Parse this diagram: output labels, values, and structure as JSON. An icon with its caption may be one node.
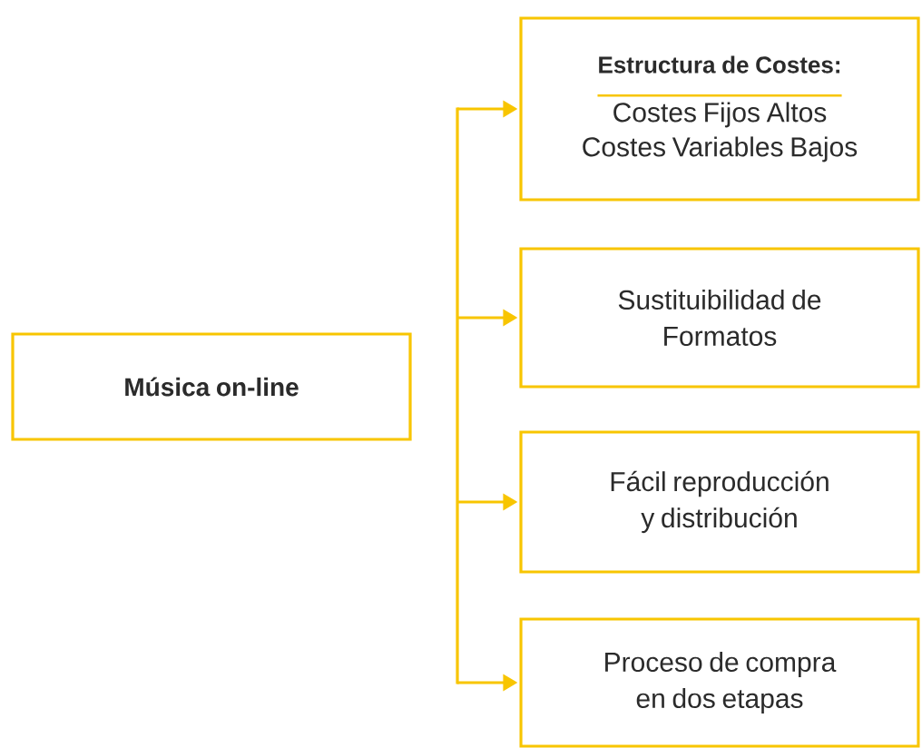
{
  "diagram": {
    "nodes": [
      {
        "text": [
          "Música on-line"
        ]
      },
      {
        "text": [
          "Estructura de Costes:",
          "Costes Fijos Altos Costes Variables Bajos"
        ]
      },
      {
        "text": [
          "Sustituibilidad de Formatos"
        ]
      },
      {
        "text": [
          "Fácil reproducción y distribución"
        ]
      },
      {
        "text": [
          "Proceso de compra en dos etapas"
        ]
      }
    ],
    "edges": [
      {
        "from": null,
        "to": 1,
        "arrow": "to"
      },
      {
        "from": null,
        "to": 2,
        "arrow": "to"
      },
      {
        "from": null,
        "to": 3,
        "arrow": "to"
      },
      {
        "from": null,
        "to": 4,
        "arrow": "to"
      }
    ]
  }
}
